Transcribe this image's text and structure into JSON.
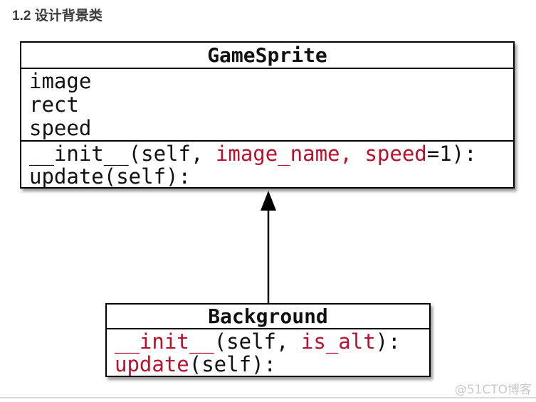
{
  "title": "1.2 设计背景类",
  "watermark": "@51CTO博客",
  "colors": {
    "black": "#111111",
    "red": "#b5122e",
    "border": "#000000",
    "title_text": "#3d3d3d",
    "watermark_text": "#c9c9c9",
    "bottom_rule": "#d8dbdf"
  },
  "diagram": {
    "relationship": {
      "type": "inheritance",
      "from": "Background",
      "to": "GameSprite"
    }
  },
  "classes": {
    "gamesprite": {
      "name": "GameSprite",
      "attributes": [
        "image",
        "rect",
        "speed"
      ],
      "methods": [
        {
          "segments": [
            {
              "text": "__init__(self, ",
              "color": "black"
            },
            {
              "text": "image_name,",
              "color": "red"
            },
            {
              "text": " ",
              "color": "black"
            },
            {
              "text": "speed",
              "color": "red"
            },
            {
              "text": "=1):",
              "color": "black"
            }
          ]
        },
        {
          "segments": [
            {
              "text": "update(self):",
              "color": "black"
            }
          ]
        }
      ]
    },
    "background": {
      "name": "Background",
      "methods": [
        {
          "segments": [
            {
              "text": "__init__",
              "color": "red"
            },
            {
              "text": "(self, ",
              "color": "black"
            },
            {
              "text": "is_alt",
              "color": "red"
            },
            {
              "text": "):",
              "color": "black"
            }
          ]
        },
        {
          "segments": [
            {
              "text": "update",
              "color": "red"
            },
            {
              "text": "(self):",
              "color": "black"
            }
          ]
        }
      ]
    }
  }
}
